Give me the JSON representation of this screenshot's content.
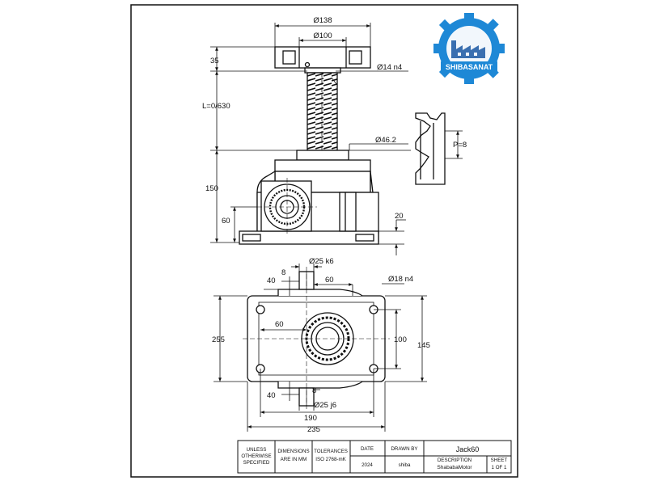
{
  "logo": {
    "text": "SHIBASANAT",
    "colors": {
      "gear": "#1e88d6",
      "building": "#3a6fb0",
      "ring": "#f2f7fc"
    }
  },
  "dims_front": {
    "d138": "Ø138",
    "d100": "Ø100",
    "h35": "35",
    "d14": "Ø14 n4",
    "length": "L=0/630",
    "d46": "Ø46.2",
    "pitch": "P=8",
    "h150": "150",
    "h60": "60",
    "w20": "20"
  },
  "dims_top": {
    "d25k6": "Ø25 k6",
    "d18n4": "Ø18 n4",
    "a40": "40",
    "a8": "8",
    "a60": "60",
    "b60": "60",
    "h255": "255",
    "h100": "100",
    "h145": "145",
    "c8": "8",
    "c40": "40",
    "d25j6": "Ø25 j6",
    "w190": "190",
    "w235": "235"
  },
  "title_block": {
    "unless": [
      "UNLESS",
      "OTHERWISE",
      "SPECIFIED"
    ],
    "dimensions": [
      "DIMENSIONS",
      "ARE IN MM"
    ],
    "tolerances": [
      "TOLERANCES",
      "ISO 2768-mK"
    ],
    "date_label": "DATE",
    "date_value": "2024",
    "drawn_label": "DRAWN BY",
    "drawn_value": "shiba",
    "title": "Jack60",
    "description_label": "DESCRIPTION",
    "description_value": "ShababaMotor",
    "sheet_label": "SHEET",
    "sheet_value": "1 OF 1"
  }
}
